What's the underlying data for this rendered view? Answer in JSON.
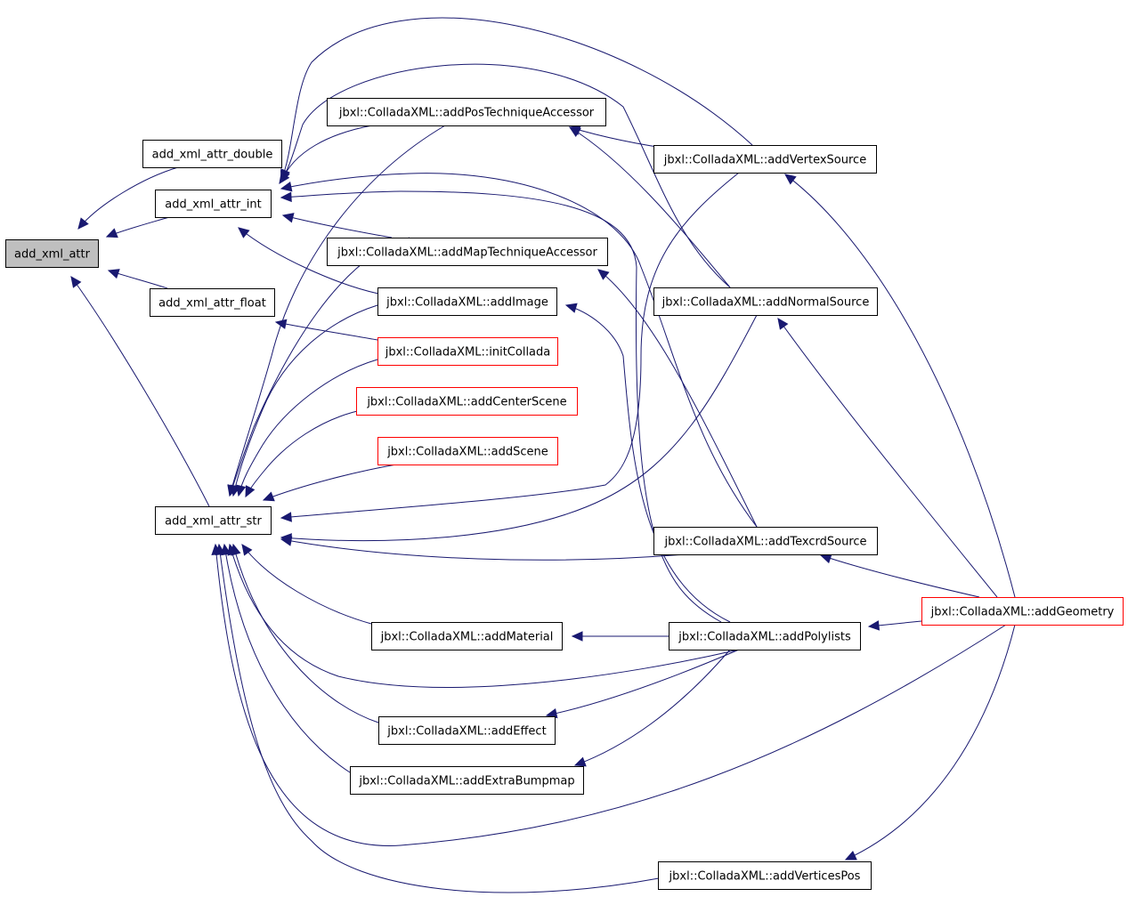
{
  "colors": {
    "edge": "#191970",
    "box_border": "#000000",
    "box_fill": "#ffffff",
    "highlight_fill": "#bfbfbf",
    "truncated_border": "#ff0000"
  },
  "nodes": [
    {
      "id": "n0",
      "label": "add_xml_attr",
      "style": "highlight"
    },
    {
      "id": "n1",
      "label": "add_xml_attr_double",
      "style": "normal"
    },
    {
      "id": "n2",
      "label": "add_xml_attr_int",
      "style": "normal"
    },
    {
      "id": "n3",
      "label": "add_xml_attr_float",
      "style": "normal"
    },
    {
      "id": "n4",
      "label": "add_xml_attr_str",
      "style": "normal"
    },
    {
      "id": "n5",
      "label": "jbxl::ColladaXML::addPosTechniqueAccessor",
      "style": "normal"
    },
    {
      "id": "n6",
      "label": "jbxl::ColladaXML::addMapTechniqueAccessor",
      "style": "normal"
    },
    {
      "id": "n7",
      "label": "jbxl::ColladaXML::addImage",
      "style": "normal"
    },
    {
      "id": "n8",
      "label": "jbxl::ColladaXML::initCollada",
      "style": "truncated"
    },
    {
      "id": "n9",
      "label": "jbxl::ColladaXML::addCenterScene",
      "style": "truncated"
    },
    {
      "id": "n10",
      "label": "jbxl::ColladaXML::addScene",
      "style": "truncated"
    },
    {
      "id": "n11",
      "label": "jbxl::ColladaXML::addMaterial",
      "style": "normal"
    },
    {
      "id": "n12",
      "label": "jbxl::ColladaXML::addEffect",
      "style": "normal"
    },
    {
      "id": "n13",
      "label": "jbxl::ColladaXML::addExtraBumpmap",
      "style": "normal"
    },
    {
      "id": "n14",
      "label": "jbxl::ColladaXML::addVertexSource",
      "style": "normal"
    },
    {
      "id": "n15",
      "label": "jbxl::ColladaXML::addNormalSource",
      "style": "normal"
    },
    {
      "id": "n16",
      "label": "jbxl::ColladaXML::addTexcrdSource",
      "style": "normal"
    },
    {
      "id": "n17",
      "label": "jbxl::ColladaXML::addPolylists",
      "style": "normal"
    },
    {
      "id": "n18",
      "label": "jbxl::ColladaXML::addVerticesPos",
      "style": "normal"
    },
    {
      "id": "n19",
      "label": "jbxl::ColladaXML::addGeometry",
      "style": "truncated"
    }
  ],
  "edges": [
    {
      "from": "n1",
      "to": "n0"
    },
    {
      "from": "n2",
      "to": "n0"
    },
    {
      "from": "n3",
      "to": "n0"
    },
    {
      "from": "n4",
      "to": "n0"
    },
    {
      "from": "n5",
      "to": "n2"
    },
    {
      "from": "n6",
      "to": "n2"
    },
    {
      "from": "n7",
      "to": "n2"
    },
    {
      "from": "n14",
      "to": "n2"
    },
    {
      "from": "n15",
      "to": "n2"
    },
    {
      "from": "n16",
      "to": "n2"
    },
    {
      "from": "n17",
      "to": "n2"
    },
    {
      "from": "n8",
      "to": "n3"
    },
    {
      "from": "n5",
      "to": "n4"
    },
    {
      "from": "n6",
      "to": "n4"
    },
    {
      "from": "n7",
      "to": "n4"
    },
    {
      "from": "n8",
      "to": "n4"
    },
    {
      "from": "n9",
      "to": "n4"
    },
    {
      "from": "n10",
      "to": "n4"
    },
    {
      "from": "n11",
      "to": "n4"
    },
    {
      "from": "n12",
      "to": "n4"
    },
    {
      "from": "n13",
      "to": "n4"
    },
    {
      "from": "n14",
      "to": "n4"
    },
    {
      "from": "n15",
      "to": "n4"
    },
    {
      "from": "n16",
      "to": "n4"
    },
    {
      "from": "n17",
      "to": "n4"
    },
    {
      "from": "n18",
      "to": "n4"
    },
    {
      "from": "n19",
      "to": "n4"
    },
    {
      "from": "n14",
      "to": "n5"
    },
    {
      "from": "n15",
      "to": "n5"
    },
    {
      "from": "n16",
      "to": "n6"
    },
    {
      "from": "n17",
      "to": "n7"
    },
    {
      "from": "n17",
      "to": "n11"
    },
    {
      "from": "n17",
      "to": "n12"
    },
    {
      "from": "n17",
      "to": "n13"
    },
    {
      "from": "n19",
      "to": "n14"
    },
    {
      "from": "n19",
      "to": "n15"
    },
    {
      "from": "n19",
      "to": "n16"
    },
    {
      "from": "n19",
      "to": "n17"
    },
    {
      "from": "n19",
      "to": "n18"
    }
  ]
}
